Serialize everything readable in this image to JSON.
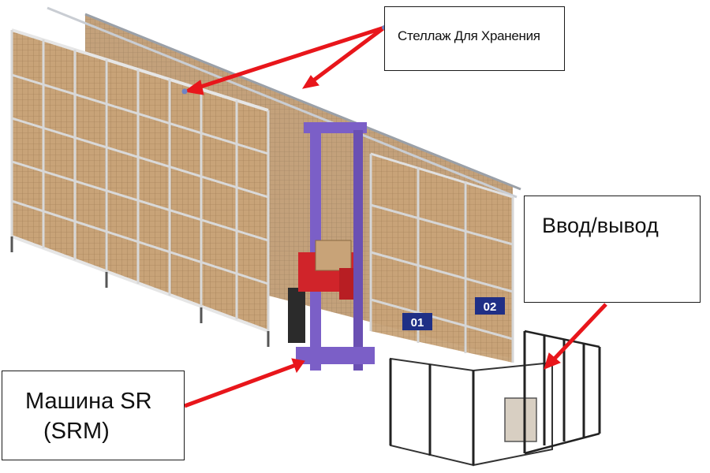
{
  "labels": {
    "storage_rack": "Стеллаж Для Хранения",
    "input_output": "Ввод/вывод",
    "machine_line1": "Машина SR",
    "machine_line2": "(SRM)"
  },
  "station_badges": [
    "01",
    "02"
  ],
  "icons": [
    "storage-rack",
    "stacker-crane",
    "io-station"
  ],
  "colors": {
    "arrow": "#e8161b",
    "crane": "#7b5fc7",
    "carriage": "#d0242a",
    "box": "#c8a378",
    "badge": "#1f2f86"
  }
}
